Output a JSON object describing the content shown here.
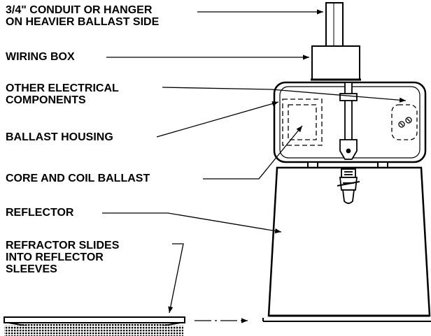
{
  "labels": {
    "conduit": [
      "3/4\" CONDUIT OR HANGER",
      "ON HEAVIER BALLAST SIDE"
    ],
    "wiring_box": [
      "WIRING BOX"
    ],
    "electrical": [
      "OTHER ELECTRICAL",
      "COMPONENTS"
    ],
    "ballast_housing": [
      "BALLAST HOUSING"
    ],
    "core_coil": [
      "CORE AND COIL BALLAST"
    ],
    "reflector": [
      "REFLECTOR"
    ],
    "refractor": [
      "REFRACTOR SLIDES",
      "INTO REFLECTOR",
      "SLEEVES"
    ]
  },
  "colors": {
    "line": "#000000",
    "background": "#ffffff"
  }
}
